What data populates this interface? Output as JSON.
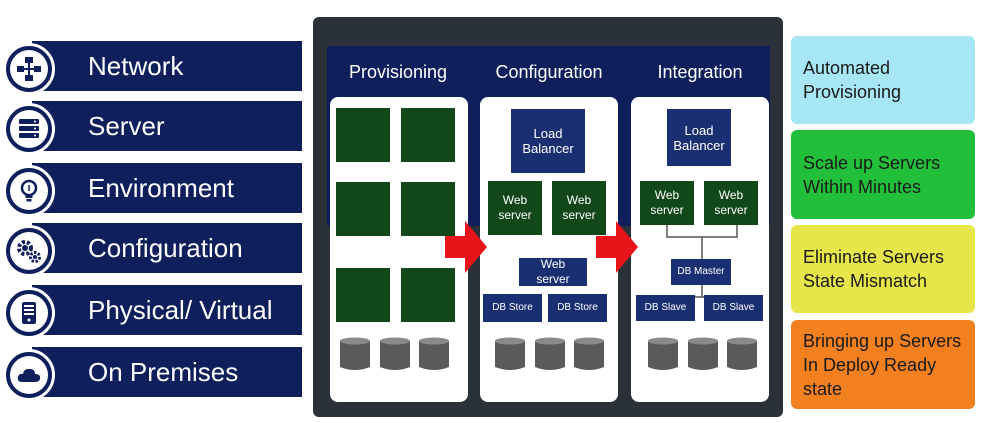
{
  "left_items": [
    {
      "label": "Network",
      "icon": "network-icon"
    },
    {
      "label": "Server",
      "icon": "server-icon"
    },
    {
      "label": "Environment",
      "icon": "lightbulb-icon"
    },
    {
      "label": "Configuration",
      "icon": "gears-icon"
    },
    {
      "label": "Physical/ Virtual",
      "icon": "device-icon"
    },
    {
      "label": "On Premises",
      "icon": "cloud-icon"
    }
  ],
  "columns": {
    "provisioning": {
      "title": "Provisioning"
    },
    "configuration": {
      "title": "Configuration",
      "load_balancer": "Load Balancer",
      "web_server": "Web server",
      "db_store": "DB Store"
    },
    "integration": {
      "title": "Integration",
      "load_balancer": "Load Balancer",
      "web_server": "Web server",
      "db_master": "DB Master",
      "db_slave": "DB Slave"
    }
  },
  "benefits": [
    {
      "text": "Automated Provisioning",
      "color": "#a6e6f5"
    },
    {
      "text": "Scale up Servers Within Minutes",
      "color": "#22c03a"
    },
    {
      "text": "Eliminate Servers State Mismatch",
      "color": "#e6e64a"
    },
    {
      "text": "Bringing up Servers In Deploy Ready state",
      "color": "#f2801e"
    }
  ],
  "colors": {
    "navy": "#0f1f5c",
    "panel": "#2b3138",
    "server_green": "#12471a",
    "arrow_red": "#e8141a"
  }
}
